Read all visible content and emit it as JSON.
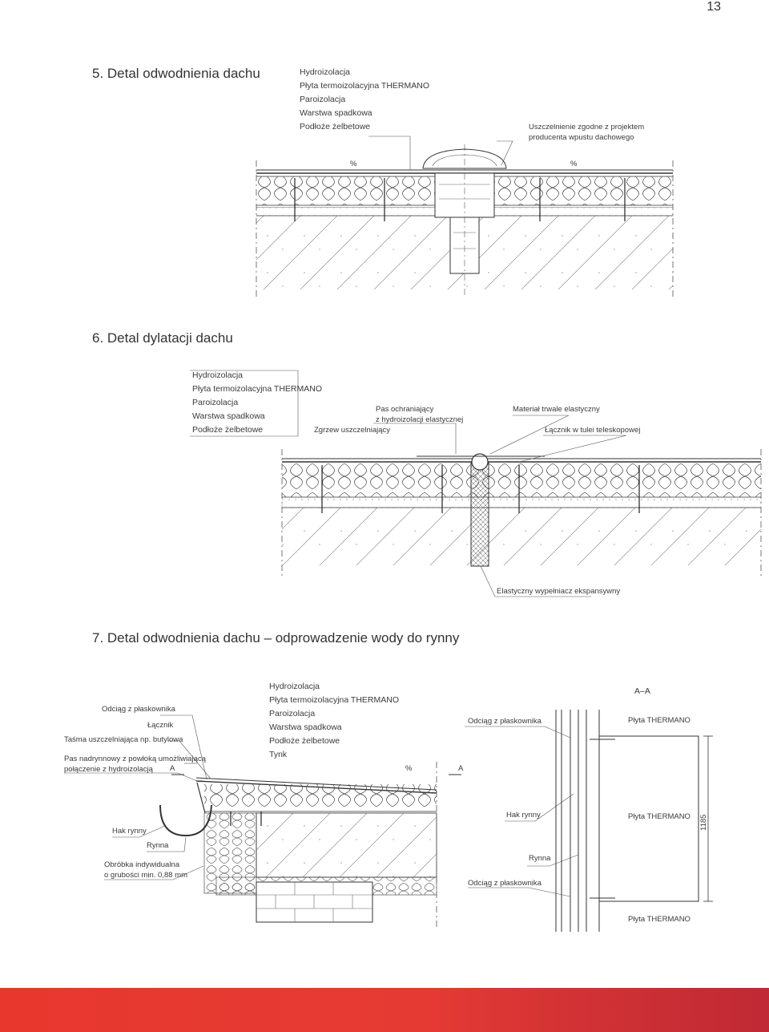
{
  "page_number": "13",
  "colors": {
    "brand_red": "#e53a33",
    "line": "#333333"
  },
  "section5": {
    "title": "5. Detal odwodnienia dachu",
    "layers": [
      "Hydroizolacja",
      "Płyta termoizolacyjna THERMANO",
      "Paroizolacja",
      "Warstwa spadkowa",
      "Podłoże żelbetowe"
    ],
    "seal_note": [
      "Uszczelnienie zgodne z projektem",
      "producenta wpustu dachowego"
    ],
    "slope_mark": "%"
  },
  "section6": {
    "title": "6. Detal dylatacji dachu",
    "layers": [
      "Hydroizolacja",
      "Płyta termoizolacyjna THERMANO",
      "Paroizolacja",
      "Warstwa spadkowa",
      "Podłoże żelbetowe"
    ],
    "weld": "Zgrzew uszczelniający",
    "protective_strip": [
      "Pas ochraniający",
      "z hydroizolacji elastycznej"
    ],
    "elastic_material": "Materiał trwale elastyczny",
    "telescopic_fastener": "Łącznik w tulei teleskopowej",
    "filler": "Elastyczny wypełniacz ekspansywny"
  },
  "section7": {
    "title": "7. Detal odwodnienia dachu – odprowadzenie wody do rynny",
    "left_labels": {
      "strap": "Odciąg z płaskownika",
      "fastener": "Łącznik",
      "tape": "Taśma uszczelniająca np. butylowa",
      "eaves_strip": [
        "Pas nadrynnowy z powłoką umożliwiającą",
        "połączenie z hydroizolacją"
      ],
      "gutter_hook": "Hak rynny",
      "gutter": "Rynna",
      "flashing": [
        "Obróbka indywidualna",
        "o grubości min. 0,88 mm"
      ]
    },
    "layers": [
      "Hydroizolacja",
      "Płyta termoizolacyjna THERMANO",
      "Paroizolacja",
      "Warstwa spadkowa",
      "Podłoże żelbetowe",
      "Tynk"
    ],
    "section_mark": "A",
    "slope_mark": "%",
    "right_labels": {
      "strap": "Odciąg z płaskownika",
      "gutter_hook": "Hak rynny",
      "gutter": "Rynna",
      "strap_bottom": "Odciąg z płaskownika"
    },
    "section_view": {
      "title": "A–A",
      "panel_top": "Płyta THERMANO",
      "panel_mid": "Płyta THERMANO",
      "panel_bottom": "Płyta THERMANO",
      "dimension": "1185"
    }
  }
}
